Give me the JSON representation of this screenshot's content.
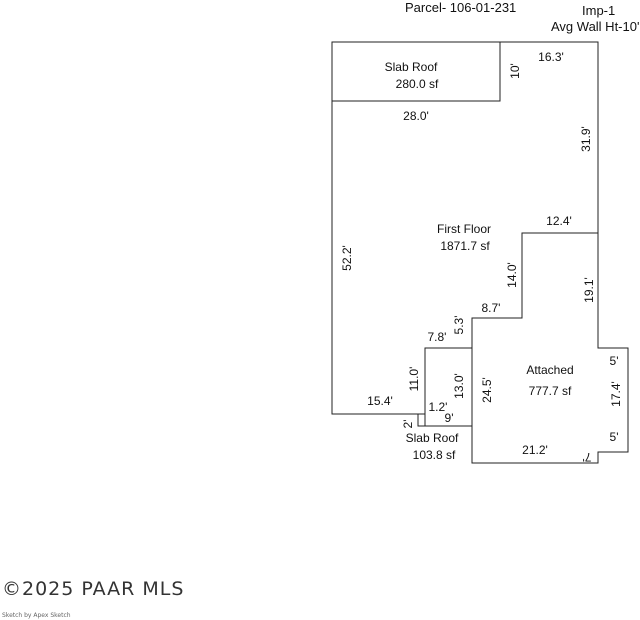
{
  "header": {
    "parcel": "Parcel- 106-01-231",
    "imp": "Imp-1",
    "wall_height": "Avg Wall Ht-10'"
  },
  "areas": {
    "slab_roof_top_name": "Slab Roof",
    "slab_roof_top_area": "280.0 sf",
    "first_floor_name": "First Floor",
    "first_floor_area": "1871.7 sf",
    "attached_name": "Attached",
    "attached_area": "777.7 sf",
    "slab_roof_bottom_name": "Slab Roof",
    "slab_roof_bottom_area": "103.8 sf"
  },
  "dimensions": {
    "d_16_3": "16.3'",
    "d_10": "10'",
    "d_28_0": "28.0'",
    "d_31_9": "31.9'",
    "d_12_4": "12.4'",
    "d_52_2": "52.2'",
    "d_14_0": "14.0'",
    "d_19_1": "19.1'",
    "d_8_7": "8.7'",
    "d_5_3": "5.3'",
    "d_7_8": "7.8'",
    "d_5_a": "5'",
    "d_11_0": "11.0'",
    "d_13_0": "13.0'",
    "d_24_5": "24.5'",
    "d_17_4": "17.4'",
    "d_15_4": "15.4'",
    "d_1_2": "1.2'",
    "d_2": "2'",
    "d_9": "9'",
    "d_5_b": "5'",
    "d_21_2": "21.2'",
    "d_7": "7'"
  },
  "footer": {
    "copyright": "©2025 PAAR MLS",
    "credit": "Sketch by Apex Sketch"
  }
}
